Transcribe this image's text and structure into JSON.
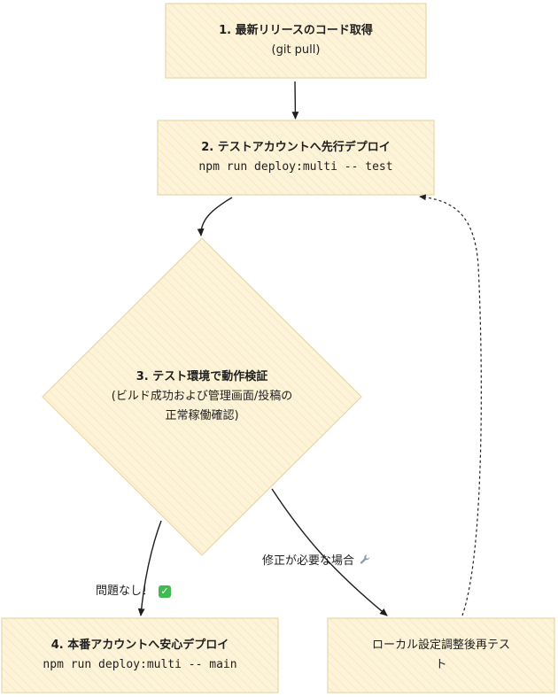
{
  "nodes": {
    "n1": {
      "title": "1. 最新リリースのコード取得",
      "sub": "(git pull)"
    },
    "n2": {
      "title": "2. テストアカウントへ先行デプロイ",
      "sub": "npm run deploy:multi -- test"
    },
    "n3": {
      "line1": "3. テスト環境で動作検証",
      "line2": "(ビルド成功および管理画面/投稿の",
      "line3": "正常稼働確認)"
    },
    "n4": {
      "title": "4. 本番アカウントへ安心デプロイ",
      "sub": "npm run deploy:multi -- main"
    },
    "n5": {
      "line1": "ローカル設定調整後再テス",
      "line2": "ト"
    }
  },
  "edges": {
    "ok_label": "問題なし！",
    "ok_icon": "check-mark-icon",
    "fix_label": "修正が必要な場合",
    "fix_icon": "wrench-icon"
  },
  "colors": {
    "fill": "#fdf3d9",
    "stroke": "#e8d7a6",
    "hatch": "#f1e2b8"
  }
}
